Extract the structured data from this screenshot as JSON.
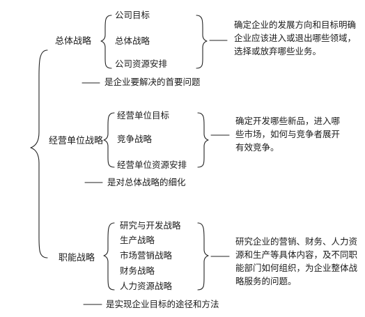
{
  "sections": [
    {
      "name": "总体战略",
      "items": [
        "公司目标",
        "总体战略",
        "公司资源安排"
      ],
      "description": "确定企业的发展方向和目标明确企业应该进入或退出哪些领域，选择或放弃哪些业务。",
      "note": "是企业要解决的首要问题"
    },
    {
      "name": "经营单位战略",
      "items": [
        "经营单位目标",
        "竞争战略",
        "经营单位资源安排"
      ],
      "description": "确定开发哪些新品，进入哪些市场，如何与竞争者展开有效竞争。",
      "note": "是对总体战略的细化"
    },
    {
      "name": "职能战略",
      "items": [
        "研究与开发战略",
        "生产战略",
        "市场营销战略",
        "财务战略",
        "人力资源战略"
      ],
      "description": "研究企业的营销、财务、人力资源和生产等具体内容，及不同职能部门如何组织，为企业整体战略服务的问题。",
      "note": "是实现企业目标的途径和方法"
    }
  ]
}
